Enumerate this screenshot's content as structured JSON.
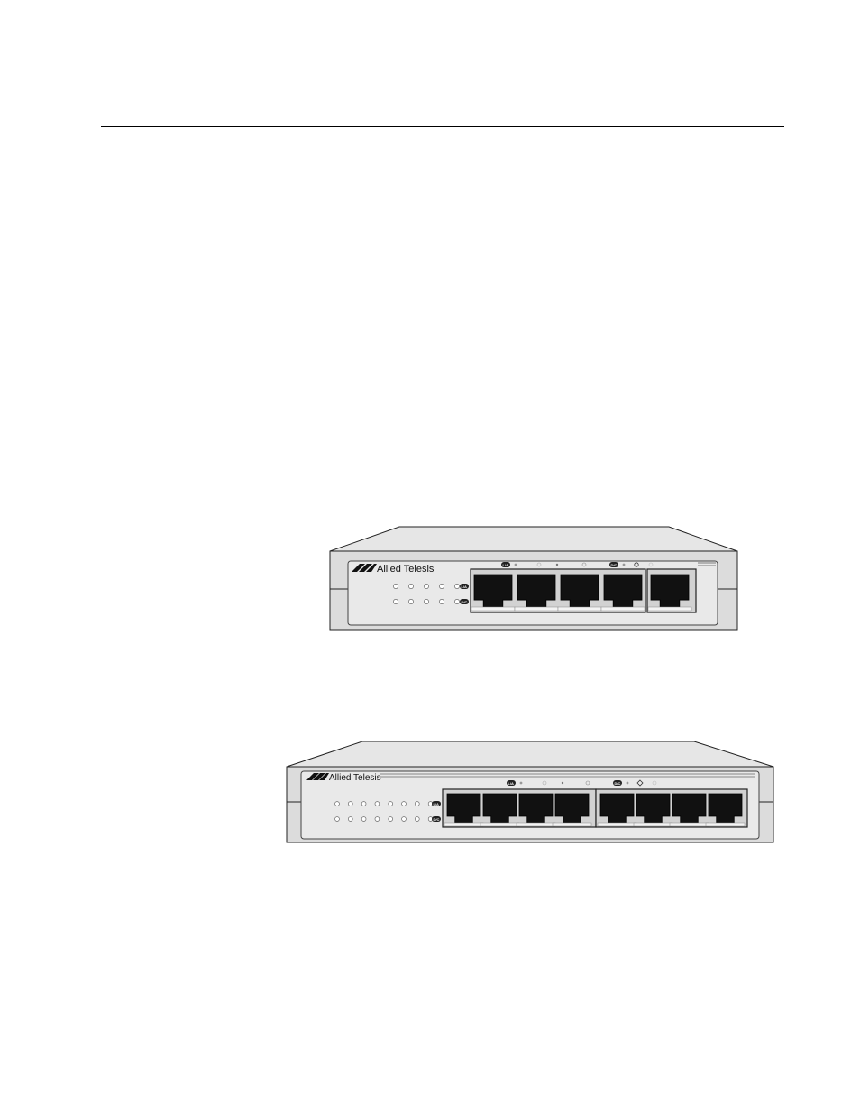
{
  "figure1": {
    "brand": "Allied Telesis",
    "led_row_labels": [
      "L/A",
      "D/C"
    ],
    "legend_labels": [
      "L/A",
      "D/C"
    ],
    "led_columns": 5,
    "ports": 5
  },
  "figure2": {
    "brand": "Allied Telesis",
    "led_row_labels": [
      "L/A",
      "D/C"
    ],
    "legend_labels": [
      "L/A",
      "D/C"
    ],
    "led_columns": 8,
    "ports": 8
  }
}
